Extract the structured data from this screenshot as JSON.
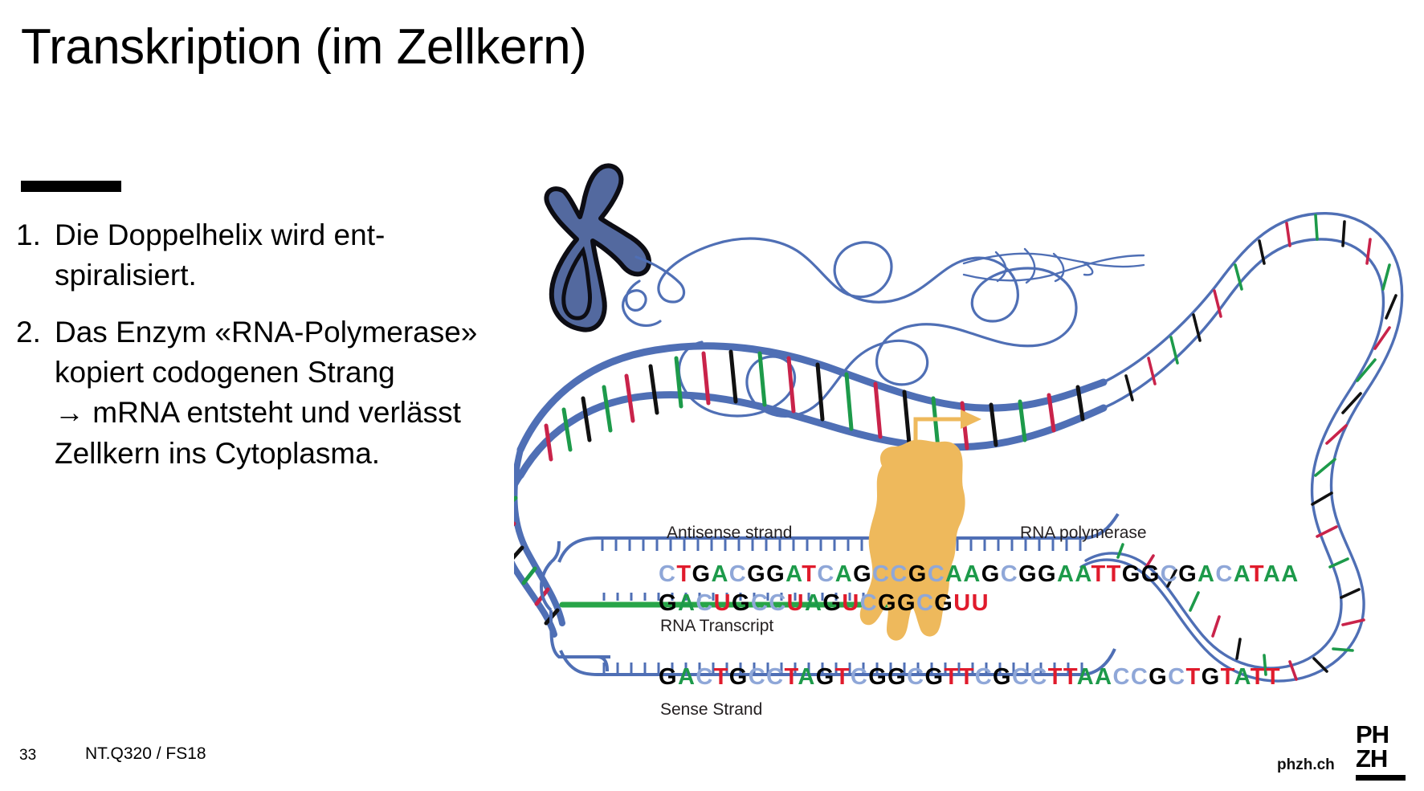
{
  "slide": {
    "title": "Transkription (im Zellkern)",
    "bullets": [
      {
        "number": "1.",
        "line1": "Die Doppelhelix wird ent-",
        "line2": "spiralisiert.",
        "line3": "",
        "line4": ""
      },
      {
        "number": "2.",
        "line1": "Das Enzym «RNA-Polymerase»",
        "line2": "kopiert codogenen Strang",
        "line3": "→ mRNA entsteht und verlässt",
        "line4": "Zellkern ins Cytoplasma."
      }
    ],
    "footer": {
      "page_number": "33",
      "course_code": "NT.Q320 / FS18",
      "website": "phzh.ch",
      "logo_line1": "PH",
      "logo_line2": "ZH"
    }
  },
  "figure": {
    "labels": {
      "antisense": "Antisense strand",
      "polymerase": "RNA polymerase",
      "transcript": "RNA Transcript",
      "sense": "Sense Strand"
    },
    "sequences": {
      "antisense": "CTGACGGATCAGCCGCAAGCGGAATTGGCGACATAA",
      "rna_transcript": "GACUGCCUAGUCGGCGUU",
      "sense": "GACTGCCTAGTCGGCGTTCGCCTTAACCGCTGTATT"
    },
    "colors": {
      "dna_backbone": "#4f6fb5",
      "chromosome_fill": "#53699f",
      "polymerase": "#eeb95c",
      "rna_line": "#28a548",
      "base_a": "#1d9a4a",
      "base_t": "#e01b2c",
      "base_g": "#000000",
      "base_c": "#8fa7d8",
      "rung_red": "#c9234a",
      "rung_green": "#1d9a4a",
      "rung_black": "#111111",
      "rung_blue": "#4f6fb5"
    }
  }
}
